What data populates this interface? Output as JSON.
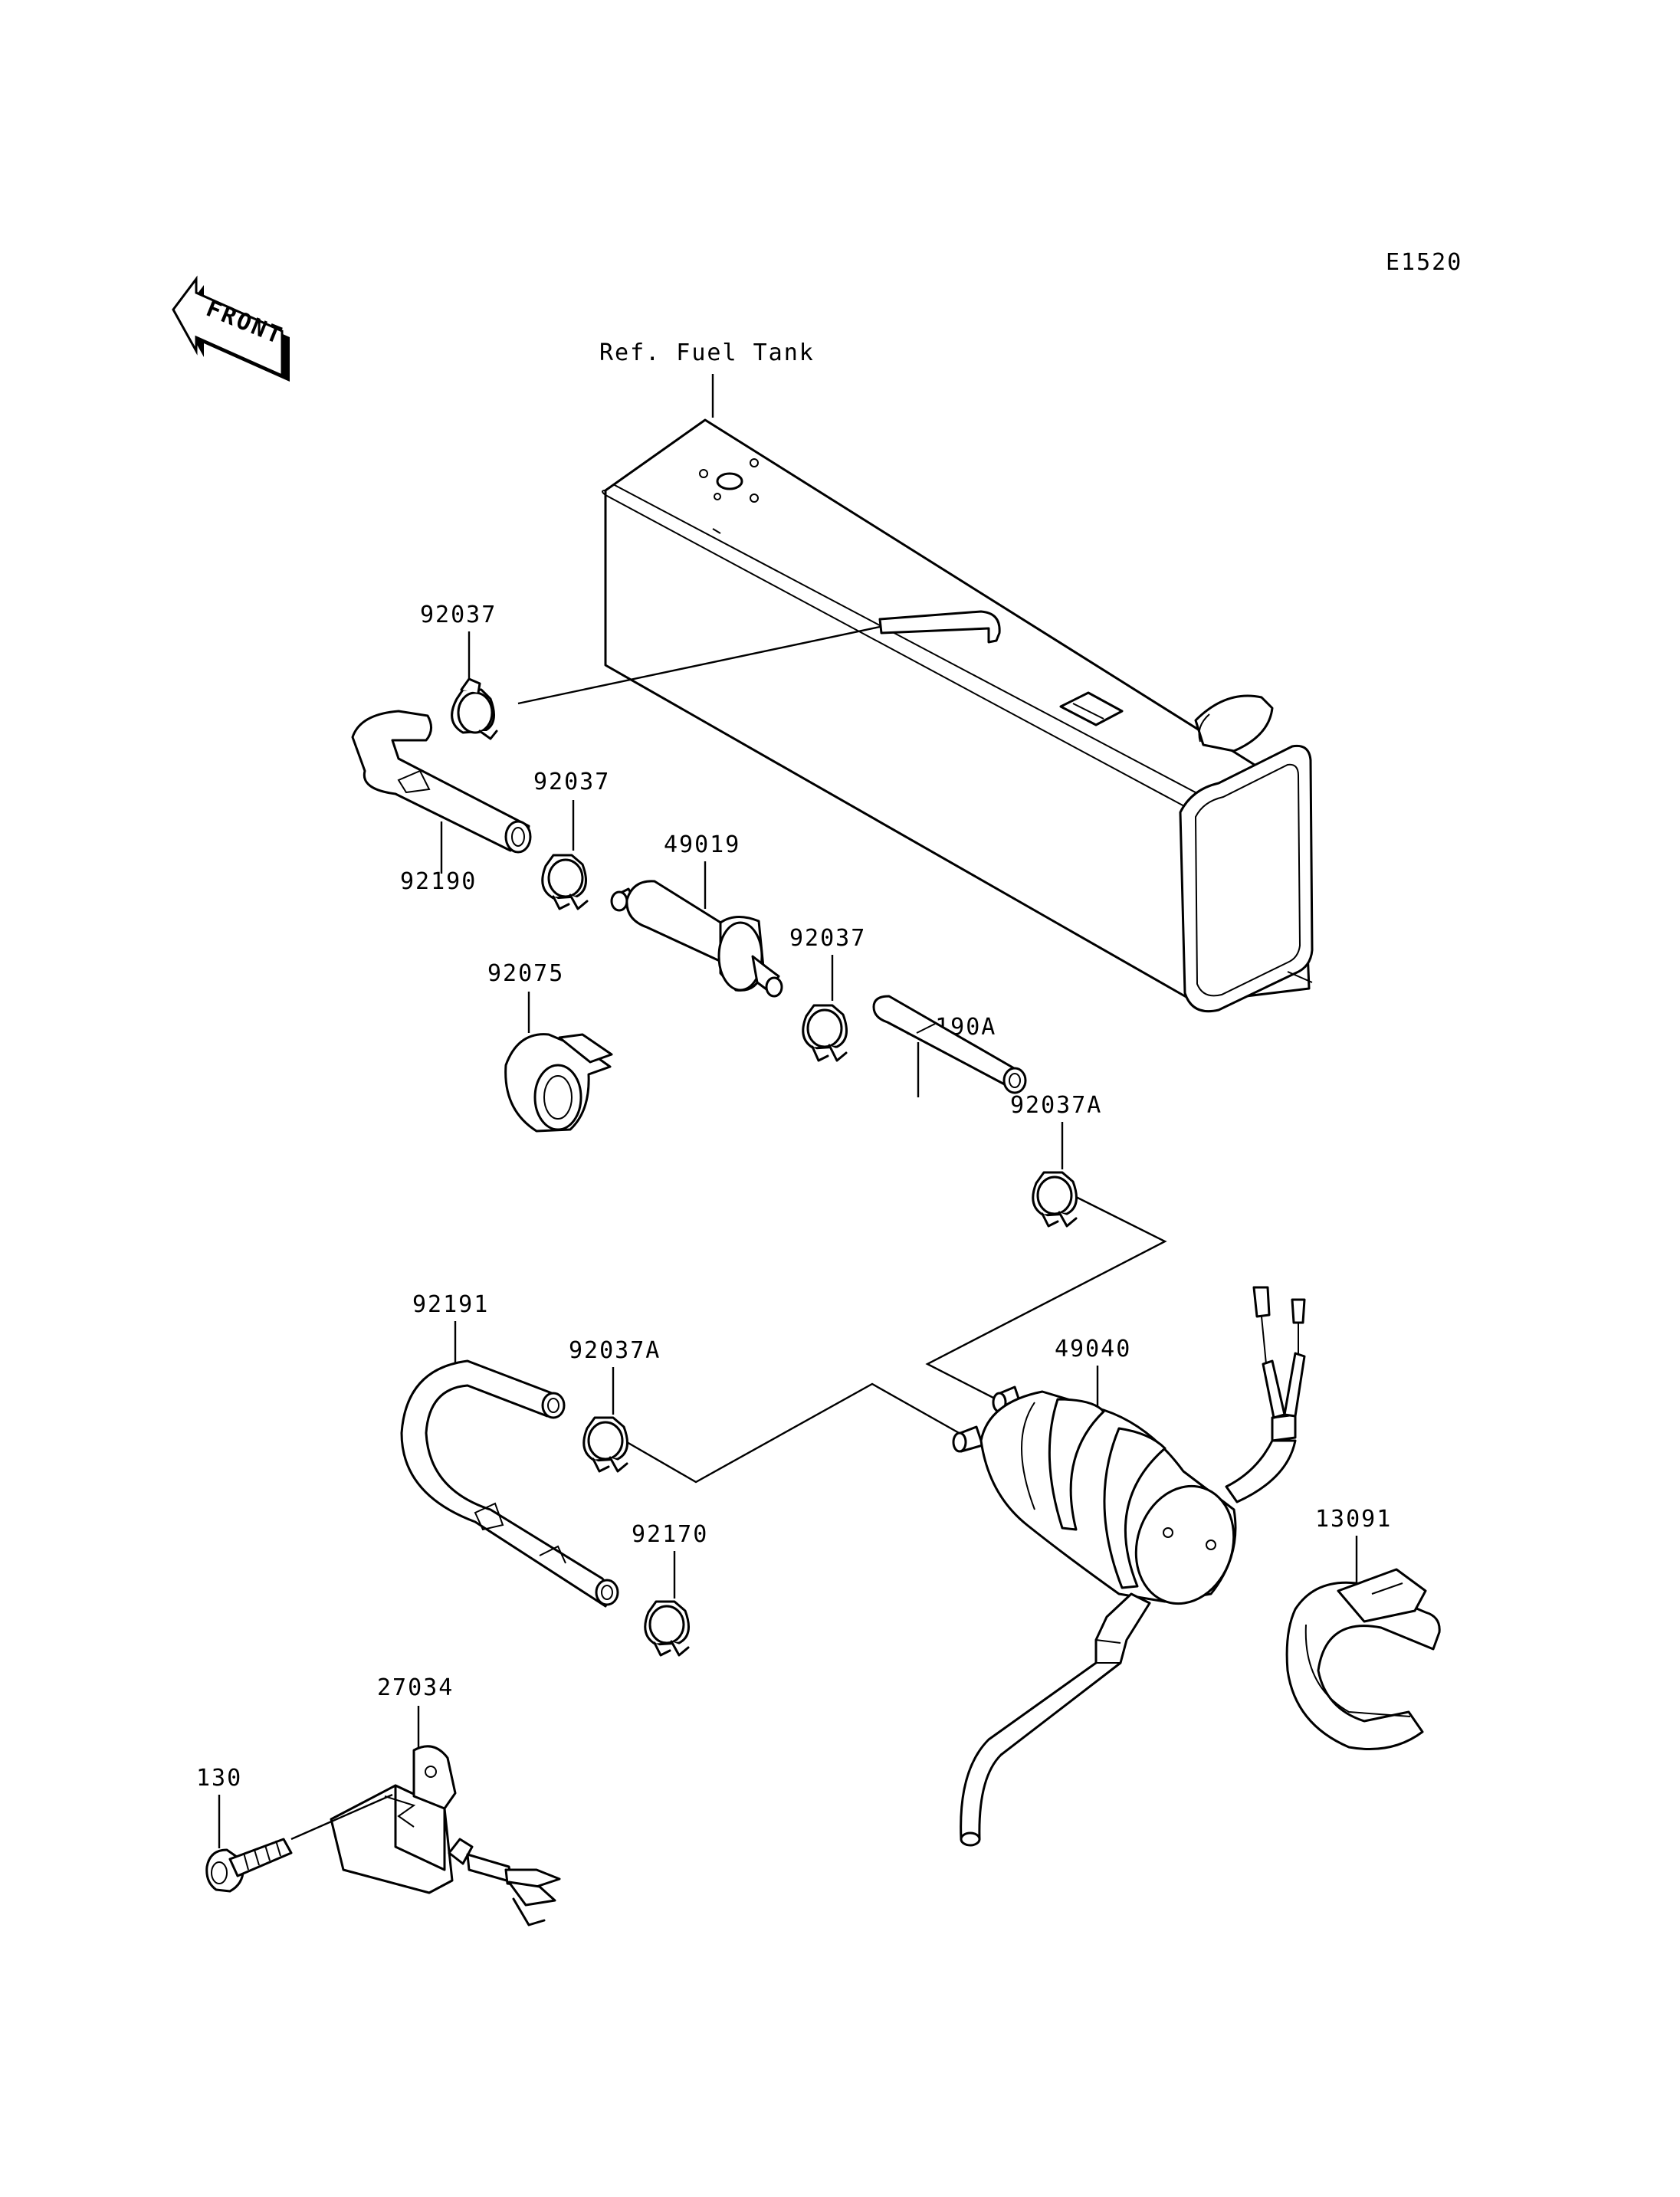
{
  "diagram_code": "E1520",
  "front_arrow_label": "FRONT",
  "ref_label": "Ref. Fuel  Tank",
  "parts": {
    "hose_clamp_top": "92037",
    "fuel_hose_top": "92190",
    "hose_clamp_2": "92037",
    "fuel_filter": "49019",
    "hose_clamp_3": "92037",
    "filter_holder": "92075",
    "fuel_hose_short": "92190A",
    "hose_clamp_a_top": "92037A",
    "fuel_hose_bent": "92191",
    "hose_clamp_a_mid": "92037A",
    "fuel_pump": "49040",
    "hose_clamp_bottom": "92170",
    "pump_bracket": "13091",
    "relay": "27034",
    "bolt": "130"
  }
}
